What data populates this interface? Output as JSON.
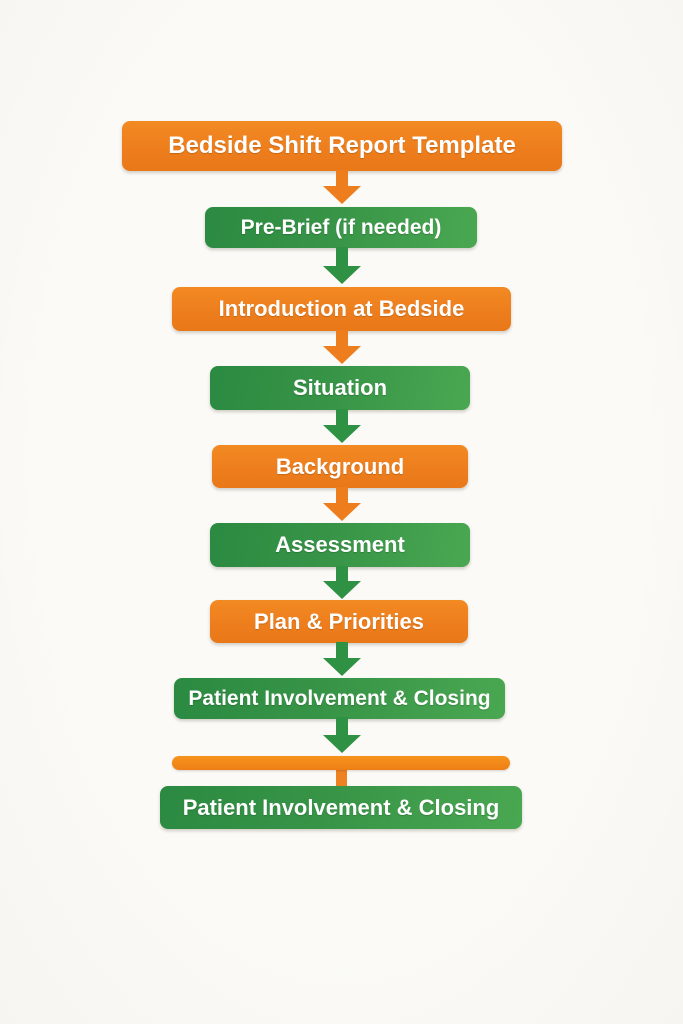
{
  "flow": {
    "title": "Bedside Shift Report Template",
    "nodes": [
      {
        "label": "Pre-Brief (if needed)",
        "color": "green"
      },
      {
        "label": "Introduction at Bedside",
        "color": "orange"
      },
      {
        "label": "Situation",
        "color": "green"
      },
      {
        "label": "Background",
        "color": "orange"
      },
      {
        "label": "Assessment",
        "color": "green"
      },
      {
        "label": "Plan & Priorities",
        "color": "orange"
      },
      {
        "label": "Patient Involvement & Closing",
        "color": "green"
      },
      {
        "label": "Patient Involvement & Closing",
        "color": "green"
      }
    ],
    "arrows": [
      {
        "from": "title",
        "to": "Pre-Brief (if needed)",
        "color": "orange"
      },
      {
        "from": "Pre-Brief (if needed)",
        "to": "Introduction at Bedside",
        "color": "green"
      },
      {
        "from": "Introduction at Bedside",
        "to": "Situation",
        "color": "orange"
      },
      {
        "from": "Situation",
        "to": "Background",
        "color": "green"
      },
      {
        "from": "Background",
        "to": "Assessment",
        "color": "orange"
      },
      {
        "from": "Assessment",
        "to": "Plan & Priorities",
        "color": "green"
      },
      {
        "from": "Plan & Priorities",
        "to": "Patient Involvement & Closing",
        "color": "green"
      },
      {
        "from": "Patient Involvement & Closing",
        "to": "divider-bar",
        "color": "green"
      }
    ],
    "divider": {
      "shape": "horizontal-pill-bar",
      "color": "orange"
    }
  },
  "colors": {
    "orange": "#EE7E1D",
    "bar_orange": "#F7941D",
    "green": "#379447",
    "arrow_green": "#2E9143",
    "text": "#FFFFFF",
    "background": "#FAF9F6"
  }
}
